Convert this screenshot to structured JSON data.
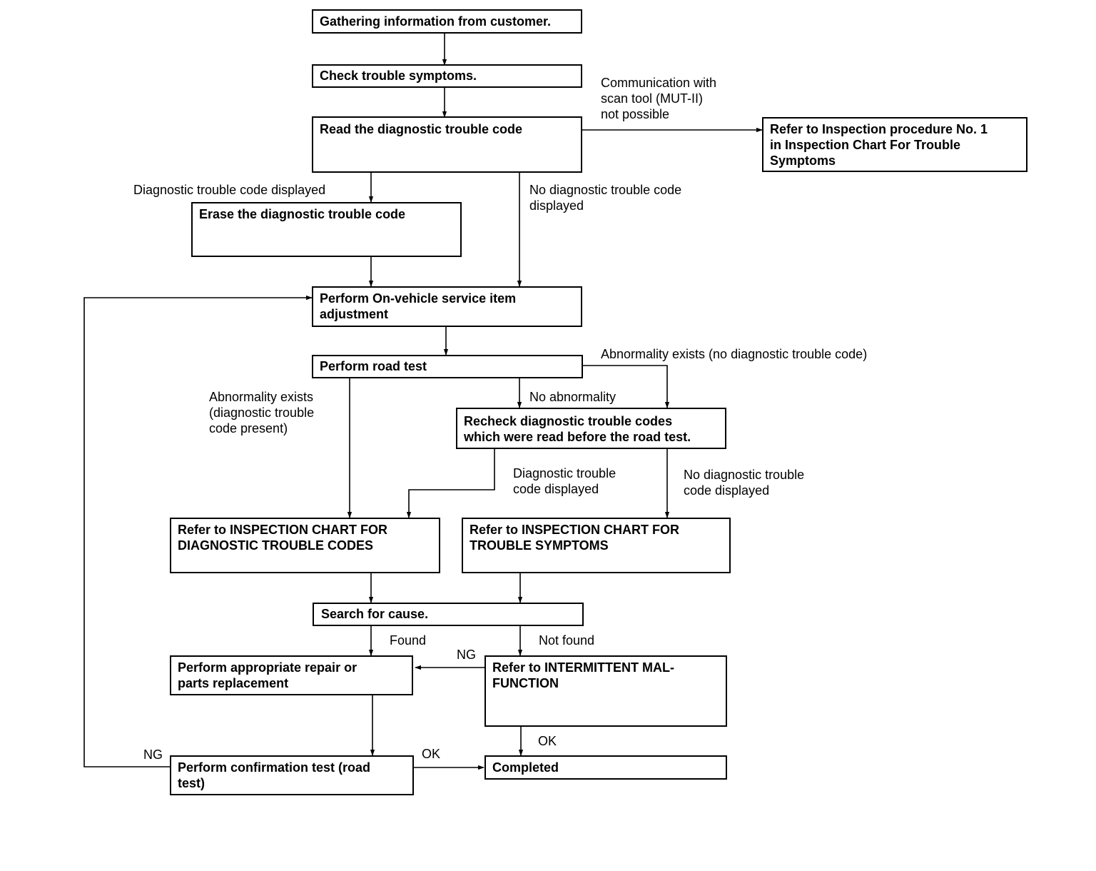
{
  "boxes": {
    "gather": [
      "Gathering information from customer."
    ],
    "check": [
      "Check trouble symptoms."
    ],
    "read": [
      "Read the diagnostic trouble code"
    ],
    "refer1": [
      "Refer to Inspection procedure No. 1",
      "in Inspection Chart For Trouble",
      "Symptoms"
    ],
    "erase": [
      "Erase the diagnostic trouble code"
    ],
    "adjust": [
      "Perform On-vehicle service item",
      "adjustment"
    ],
    "roadtest": [
      "Perform road test"
    ],
    "recheck": [
      "Recheck diagnostic trouble codes",
      "which were read before the road test."
    ],
    "refer_dtc": [
      "Refer to INSPECTION CHART FOR",
      "DIAGNOSTIC TROUBLE CODES"
    ],
    "refer_sym": [
      "Refer to INSPECTION CHART FOR",
      "TROUBLE SYMPTOMS"
    ],
    "search": [
      "Search for cause."
    ],
    "repair": [
      "Perform appropriate repair or",
      "parts replacement"
    ],
    "intermittent": [
      "Refer to INTERMITTENT MAL-",
      "FUNCTION"
    ],
    "confirm": [
      "Perform confirmation test (road",
      "test)"
    ],
    "completed": [
      "Completed"
    ]
  },
  "labels": {
    "comm": [
      "Communication with",
      "scan tool (MUT-II)",
      "not possible"
    ],
    "dtc_displayed": [
      "Diagnostic trouble code displayed"
    ],
    "no_dtc": [
      "No diagnostic trouble code",
      "displayed"
    ],
    "abn_nodtc": [
      "Abnormality exists (no diagnostic trouble code)"
    ],
    "abn_dtc": [
      "Abnormality exists",
      "(diagnostic trouble",
      "code present)"
    ],
    "no_abn": [
      "No abnormality"
    ],
    "dtc_displayed2": [
      "Diagnostic trouble",
      "code displayed"
    ],
    "no_dtc2": [
      "No diagnostic trouble",
      "code displayed"
    ],
    "found": [
      "Found"
    ],
    "not_found": [
      "Not found"
    ],
    "ng1": [
      "NG"
    ],
    "ok1": [
      "OK"
    ],
    "ng2": [
      "NG"
    ],
    "ok2": [
      "OK"
    ]
  }
}
